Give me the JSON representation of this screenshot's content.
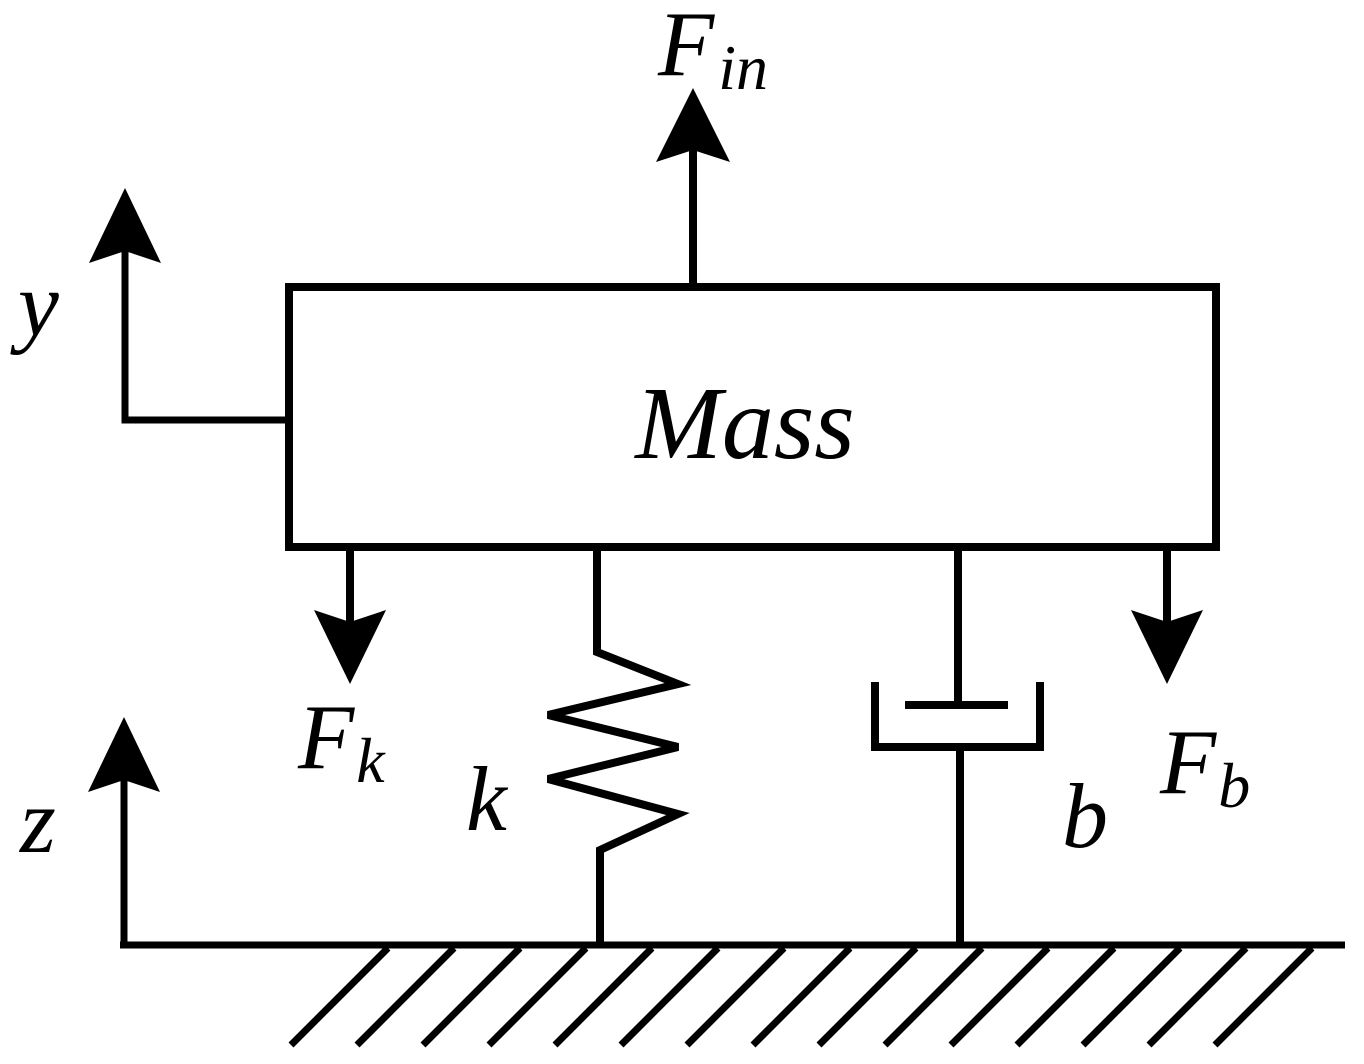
{
  "diagram": {
    "colors": {
      "stroke": "#000000",
      "background": "#ffffff"
    },
    "mass": {
      "label": "Mass"
    },
    "forces": {
      "input": {
        "symbol": "F",
        "subscript": "in"
      },
      "spring": {
        "symbol": "F",
        "subscript": "k"
      },
      "damper": {
        "symbol": "F",
        "subscript": "b"
      }
    },
    "components": {
      "spring": {
        "label": "k"
      },
      "damper": {
        "label": "b"
      }
    },
    "coordinates": {
      "mass_displacement": {
        "label": "y"
      },
      "base_displacement": {
        "label": "z"
      }
    },
    "ground": {
      "icon": "hatched-ground-icon"
    }
  }
}
